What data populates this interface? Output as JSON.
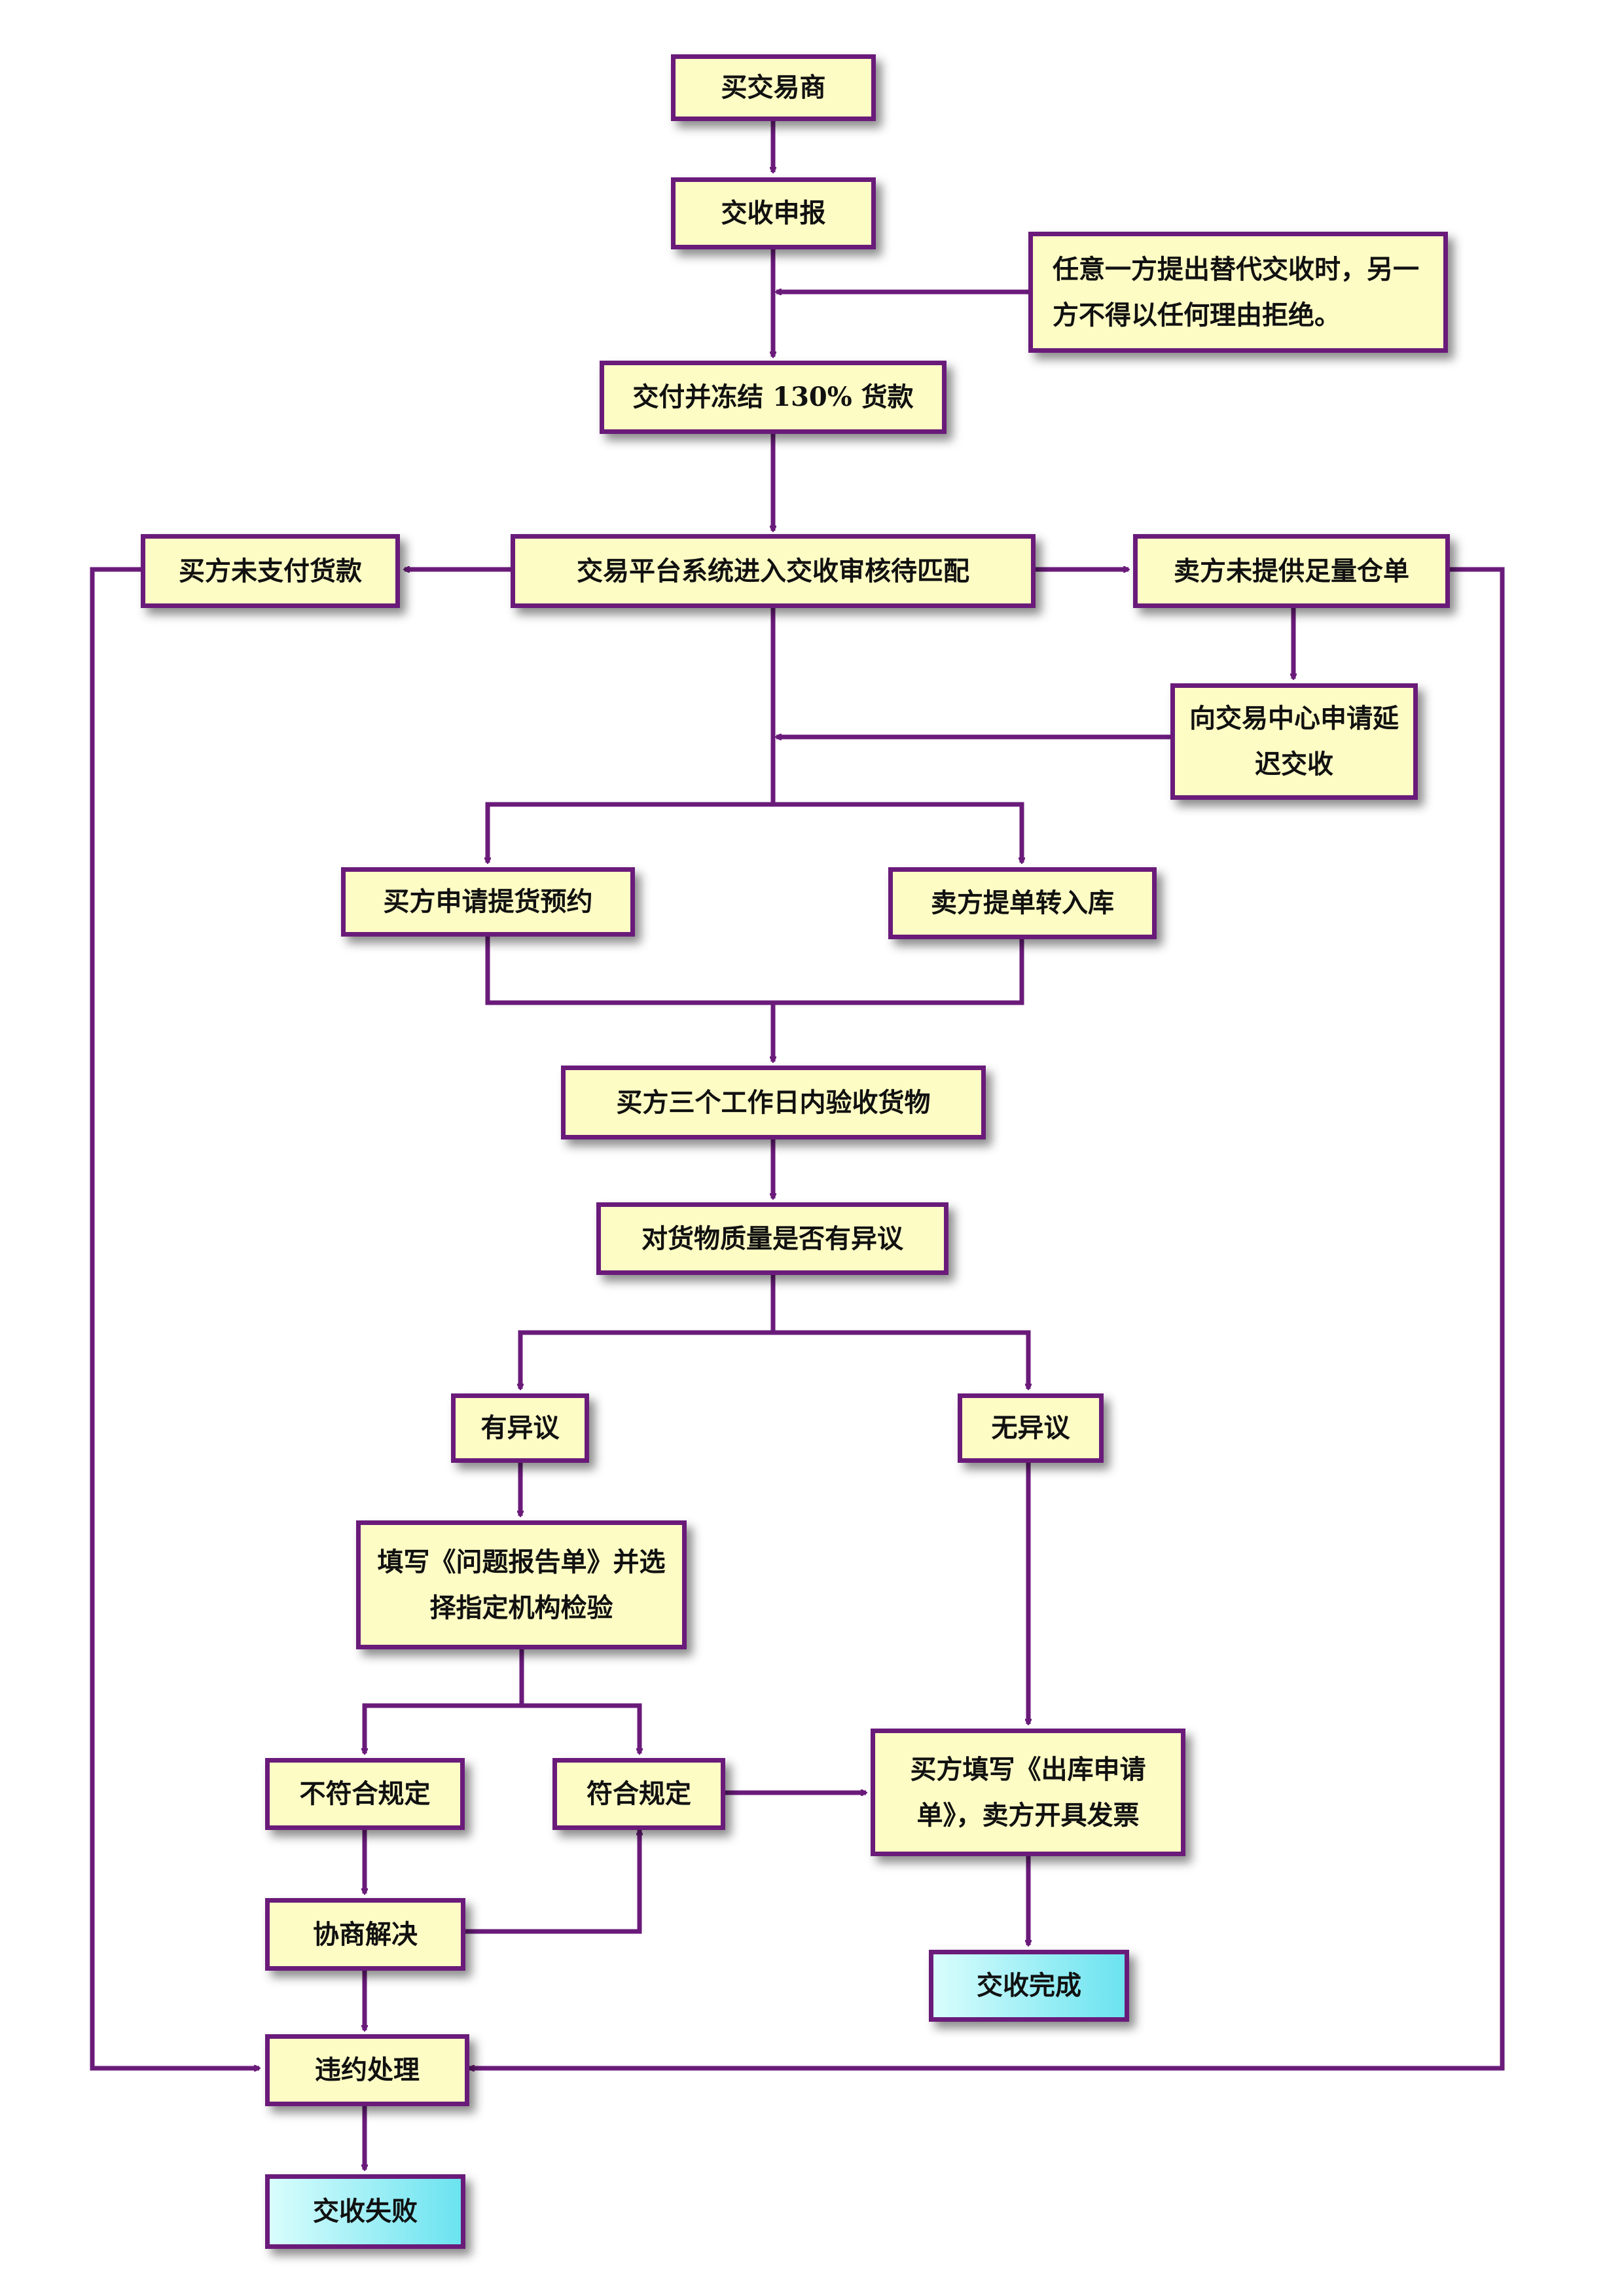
{
  "nodes": {
    "buy_trader": "买交易商",
    "delivery_declare": "交收申报",
    "note_replace": "任意一方提出替代交收时，另一方不得以任何理由拒绝。",
    "pay_freeze": "交付并冻结 130% 货款",
    "platform_review": "交易平台系统进入交收审核待匹配",
    "buyer_unpaid": "买方未支付货款",
    "seller_no_receipt": "卖方未提供足量仓单",
    "apply_delay": "向交易中心申请延迟交收",
    "buyer_pickup": "买方申请提货预约",
    "seller_transfer": "卖方提单转入库",
    "buyer_inspect": "买方三个工作日内验收货物",
    "quality_objection": "对货物质量是否有异议",
    "has_objection": "有异议",
    "no_objection": "无异议",
    "fill_report": "填写《问题报告单》并选择指定机构检验",
    "non_compliant": "不符合规定",
    "compliant": "符合规定",
    "buyer_fill_outbound": "买方填写《出库申请单》，卖方开具发票",
    "negotiate": "协商解决",
    "breach_handling": "违约处理",
    "delivery_complete": "交收完成",
    "delivery_failed": "交收失败"
  },
  "colors": {
    "border": "#6a1b7a",
    "connector": "#6a1b7a",
    "box_fill": "#fdfcc4",
    "terminal_fill_start": "#d9fdfd",
    "terminal_fill_end": "#6be3ef"
  }
}
